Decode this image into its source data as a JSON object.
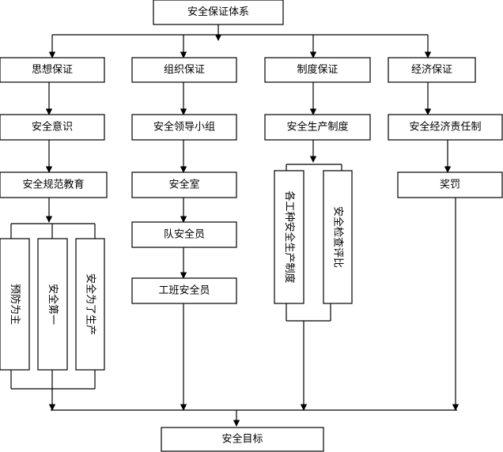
{
  "top": "安全保证体系",
  "pillars": {
    "thought": {
      "title": "思想保证",
      "level1": "安全意识",
      "level2": "安全规范教育",
      "sub": [
        "预防为主",
        "安全第一",
        "安全为了生产"
      ]
    },
    "organization": {
      "title": "组织保证",
      "chain": [
        "安全领导小组",
        "安全室",
        "队安全员",
        "工班安全员"
      ]
    },
    "system": {
      "title": "制度保证",
      "level1": "安全生产制度",
      "sub": [
        "各工种安全生产制度",
        "安全检查评比"
      ]
    },
    "economy": {
      "title": "经济保证",
      "level1": "安全经济责任制",
      "level2": "奖罚"
    }
  },
  "goal": "安全目标"
}
